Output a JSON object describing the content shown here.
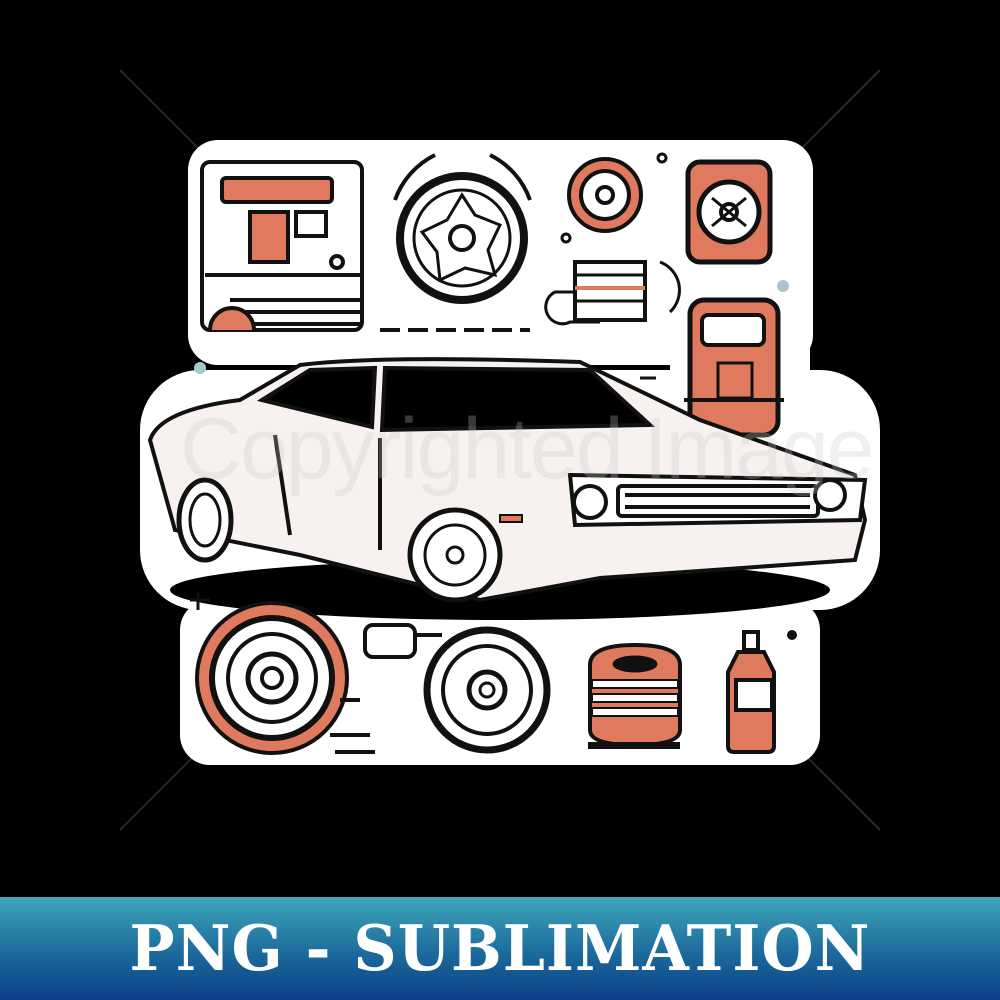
{
  "image": {
    "subject": "classic muscle car sticker illustration with auto parts",
    "watermark_text": "Copyrighted Image",
    "colors": {
      "background": "#000000",
      "sticker_fill": "#ffffff",
      "line": "#111111",
      "accent": "#e07a5f",
      "soft_blue": "#a9c6cf"
    },
    "parts": [
      "dashboard-panel",
      "alloy-wheel",
      "speaker",
      "turbo-fan",
      "radiator",
      "engine-block",
      "red-tire",
      "rim",
      "brake-disc-stack",
      "oil-bottle"
    ]
  },
  "banner": {
    "label": "PNG - SUBLIMATION",
    "gradient_top": "#3fa6ba",
    "gradient_bottom": "#0a3f85"
  }
}
